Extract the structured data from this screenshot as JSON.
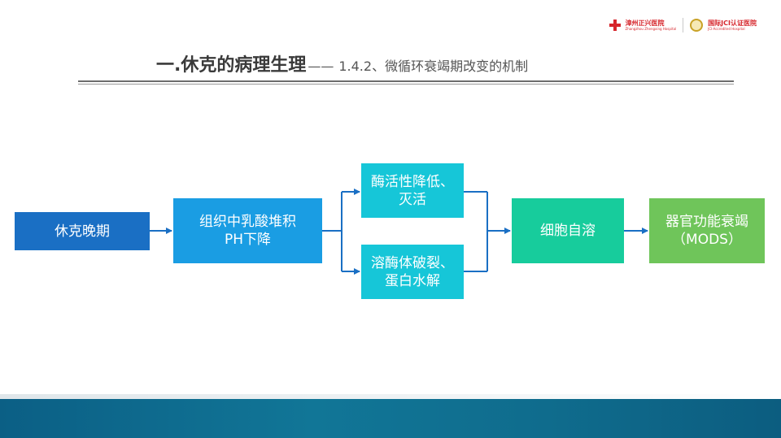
{
  "header": {
    "logo_left_name": "漳州正兴医院",
    "logo_left_sub": "Zhangzhou Zhengxing Hospital",
    "logo_right_name": "国际JCI认证医院",
    "logo_right_sub": "JCI-Accredited Hospital"
  },
  "title": {
    "main": "一.休克的病理生理",
    "dash": "——",
    "sub": "1.4.2、微循环衰竭期改变的机制"
  },
  "flow": {
    "shock_late": "休克晚期",
    "lactic_line1": "组织中乳酸堆积",
    "lactic_line2": "PH下降",
    "enzyme_line1": "酶活性降低、",
    "enzyme_line2": "灭活",
    "lyso_line1": "溶酶体破裂、",
    "lyso_line2": "蛋白水解",
    "autolysis": "细胞自溶",
    "mods_line1": "器官功能衰竭",
    "mods_line2": "（MODS）"
  },
  "colors": {
    "shock": "#1a6fc4",
    "lactic": "#1a9de3",
    "enzyme": "#16c6d8",
    "autolysis": "#17cc9c",
    "mods": "#6fc55a",
    "arrow": "#1a6fc4",
    "footer": "#0f6c8d"
  }
}
